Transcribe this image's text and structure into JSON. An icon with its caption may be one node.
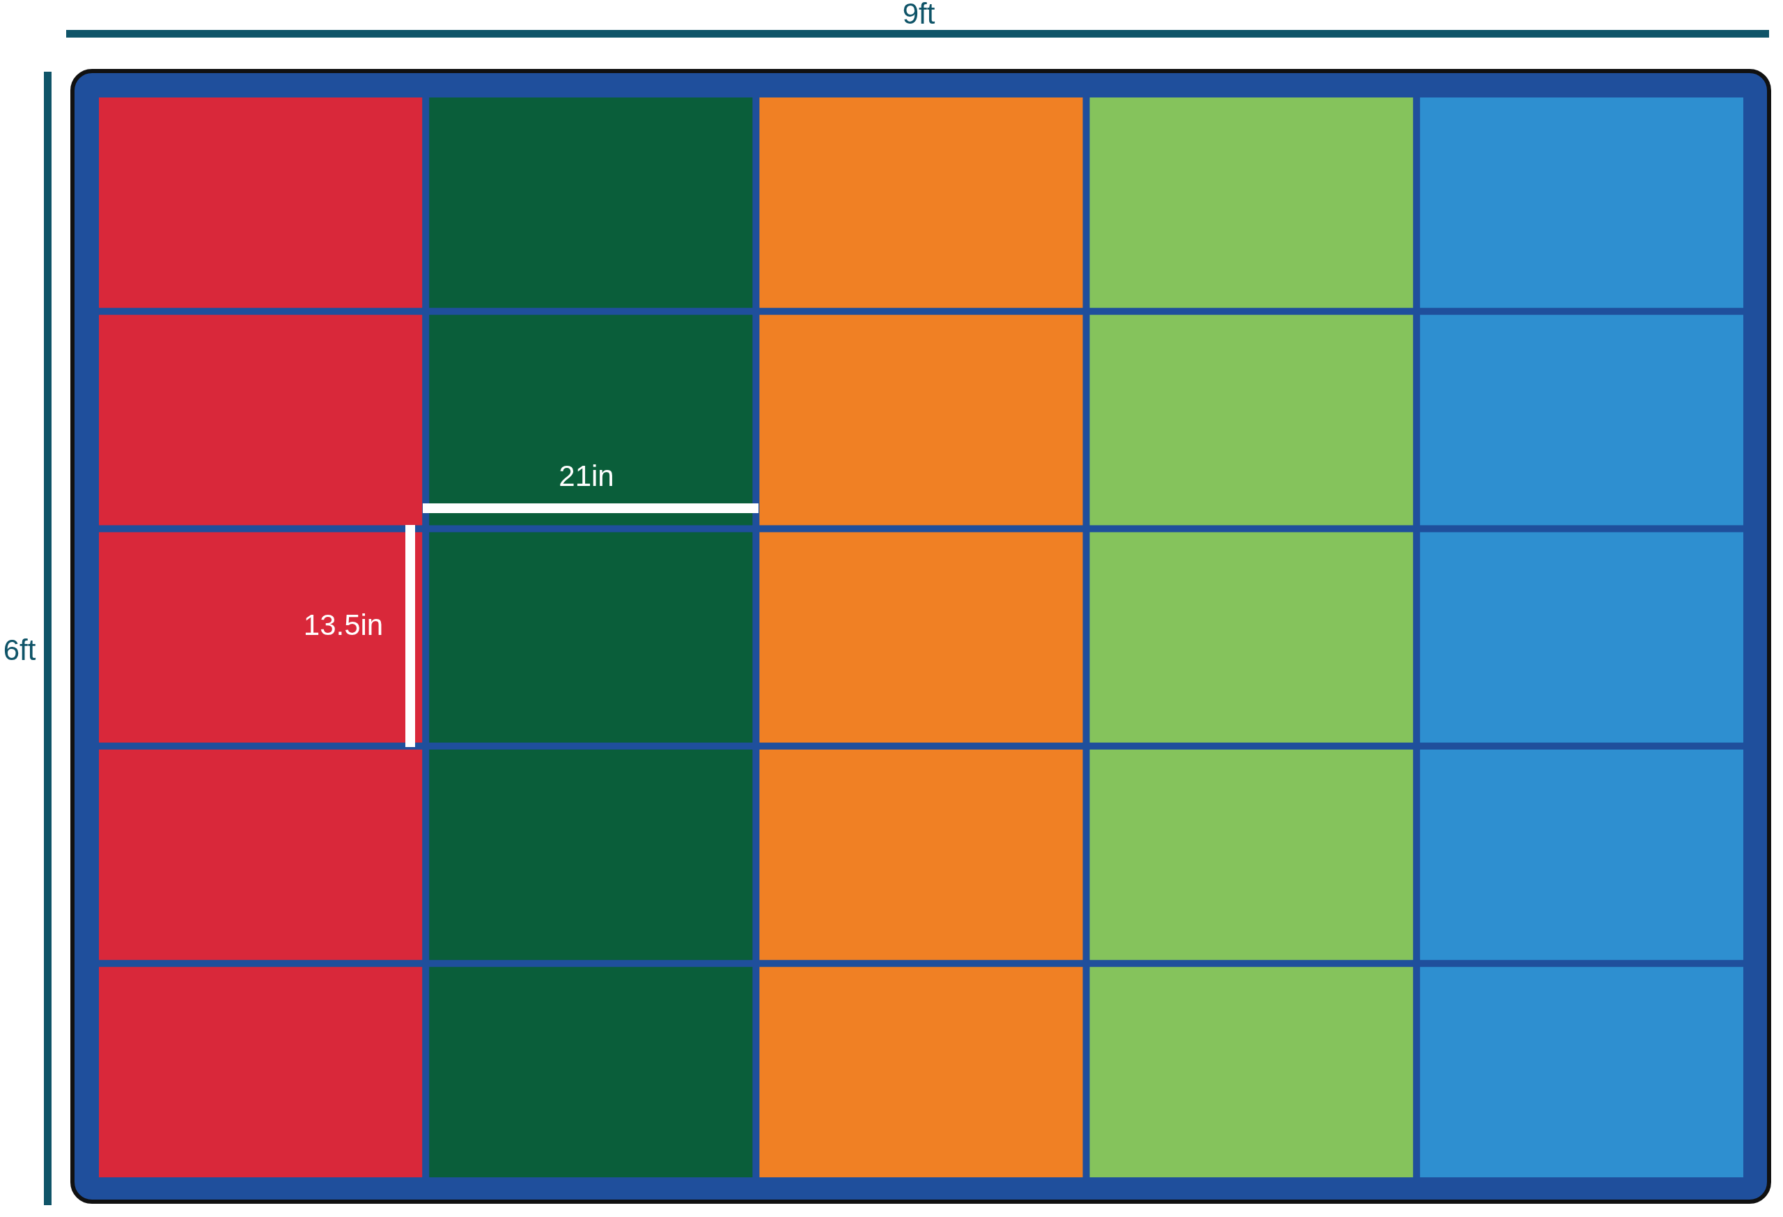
{
  "diagram": {
    "labels": [
      "9ft",
      "21in",
      "13.5in",
      "6ft"
    ]
  }
}
